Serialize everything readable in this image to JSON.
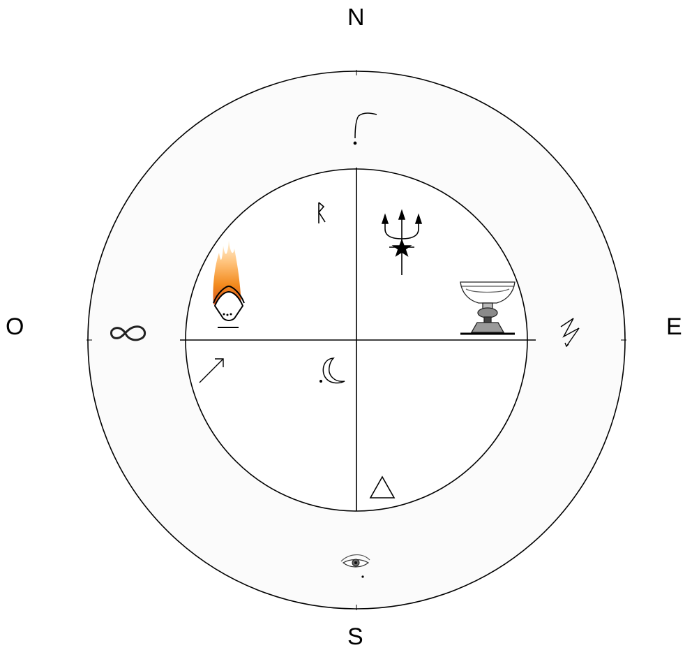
{
  "compass": {
    "north": "N",
    "south": "S",
    "west": "O",
    "east": "E"
  },
  "symbols": {
    "outer_ring": [
      "hooked-staff-icon",
      "zigzag-arrow-icon",
      "eye-icon",
      "loop-glyph-icon"
    ],
    "inner_circle": [
      "rune-raido-icon",
      "trident-star-icon",
      "flame-helmet-icon",
      "chalice-icon",
      "arrow-northeast-icon",
      "crescent-moon-icon",
      "triangle-icon"
    ]
  },
  "colors": {
    "stroke": "#000000",
    "flame_top": "#ffd27a",
    "flame_mid": "#f28a1d",
    "flame_base": "#d9531e",
    "outer_ring_fill": "#fbfbfb"
  }
}
